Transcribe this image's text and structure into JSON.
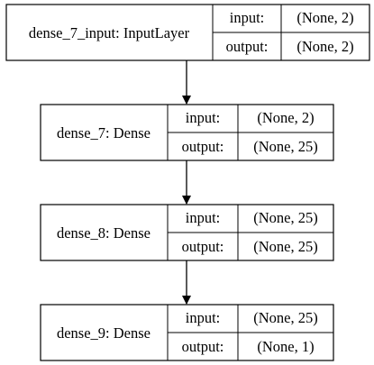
{
  "layers": [
    {
      "name": "dense_7_input: InputLayer",
      "input_label": "input:",
      "input_value": "(None, 2)",
      "output_label": "output:",
      "output_value": "(None, 2)"
    },
    {
      "name": "dense_7: Dense",
      "input_label": "input:",
      "input_value": "(None, 2)",
      "output_label": "output:",
      "output_value": "(None, 25)"
    },
    {
      "name": "dense_8: Dense",
      "input_label": "input:",
      "input_value": "(None, 25)",
      "output_label": "output:",
      "output_value": "(None, 25)"
    },
    {
      "name": "dense_9: Dense",
      "input_label": "input:",
      "input_value": "(None, 25)",
      "output_label": "output:",
      "output_value": "(None, 1)"
    }
  ],
  "colors": {
    "stroke": "#000000",
    "background": "#ffffff",
    "text": "#000000"
  }
}
